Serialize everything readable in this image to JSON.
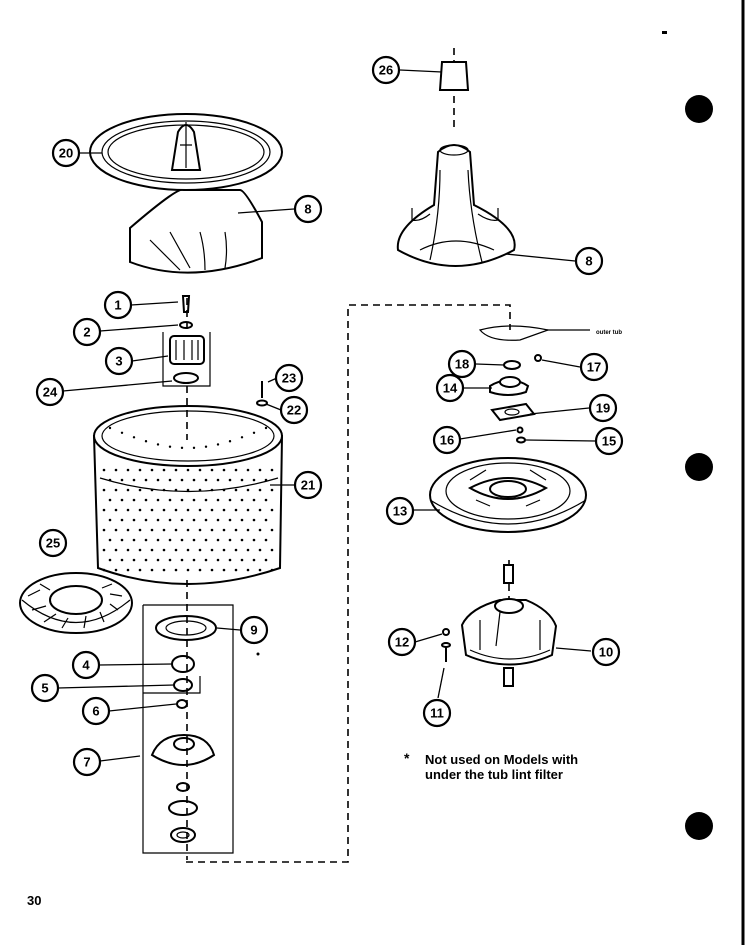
{
  "page_number": "30",
  "footnote": {
    "symbol": "*",
    "line1": "Not used on Models with",
    "line2": "under the tub lint filter"
  },
  "tiny_label": "outer tub",
  "asterisk_mark": "*",
  "callouts": {
    "c1": "1",
    "c2": "2",
    "c3": "3",
    "c4": "4",
    "c5": "5",
    "c6": "6",
    "c7": "7",
    "c8a": "8",
    "c8b": "8",
    "c9": "9",
    "c10": "10",
    "c11": "11",
    "c12": "12",
    "c13": "13",
    "c14": "14",
    "c15": "15",
    "c16": "16",
    "c17": "17",
    "c18": "18",
    "c19": "19",
    "c20": "20",
    "c21": "21",
    "c22": "22",
    "c23": "23",
    "c24": "24",
    "c25": "25",
    "c26": "26"
  }
}
